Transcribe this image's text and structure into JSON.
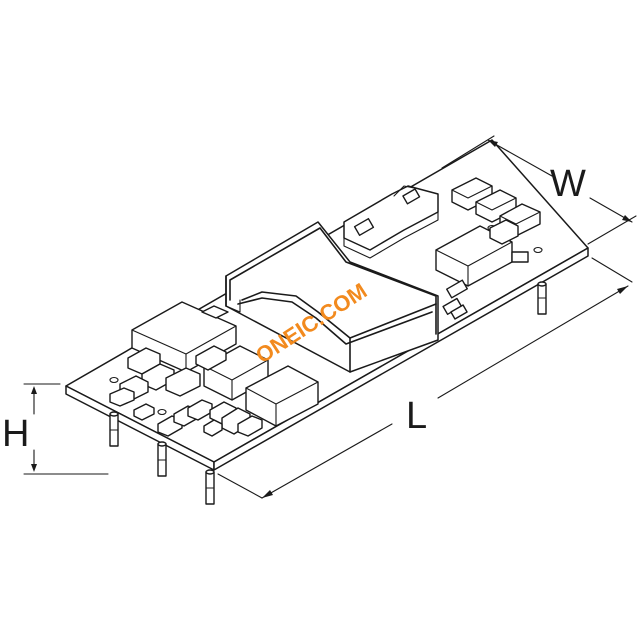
{
  "dimensions": {
    "width_label": "W",
    "length_label": "L",
    "height_label": "H"
  },
  "watermark": {
    "text": "ONEIC.COM",
    "color": "#f28a1e"
  },
  "colors": {
    "line": "#1a1a1a",
    "background": "#ffffff"
  }
}
